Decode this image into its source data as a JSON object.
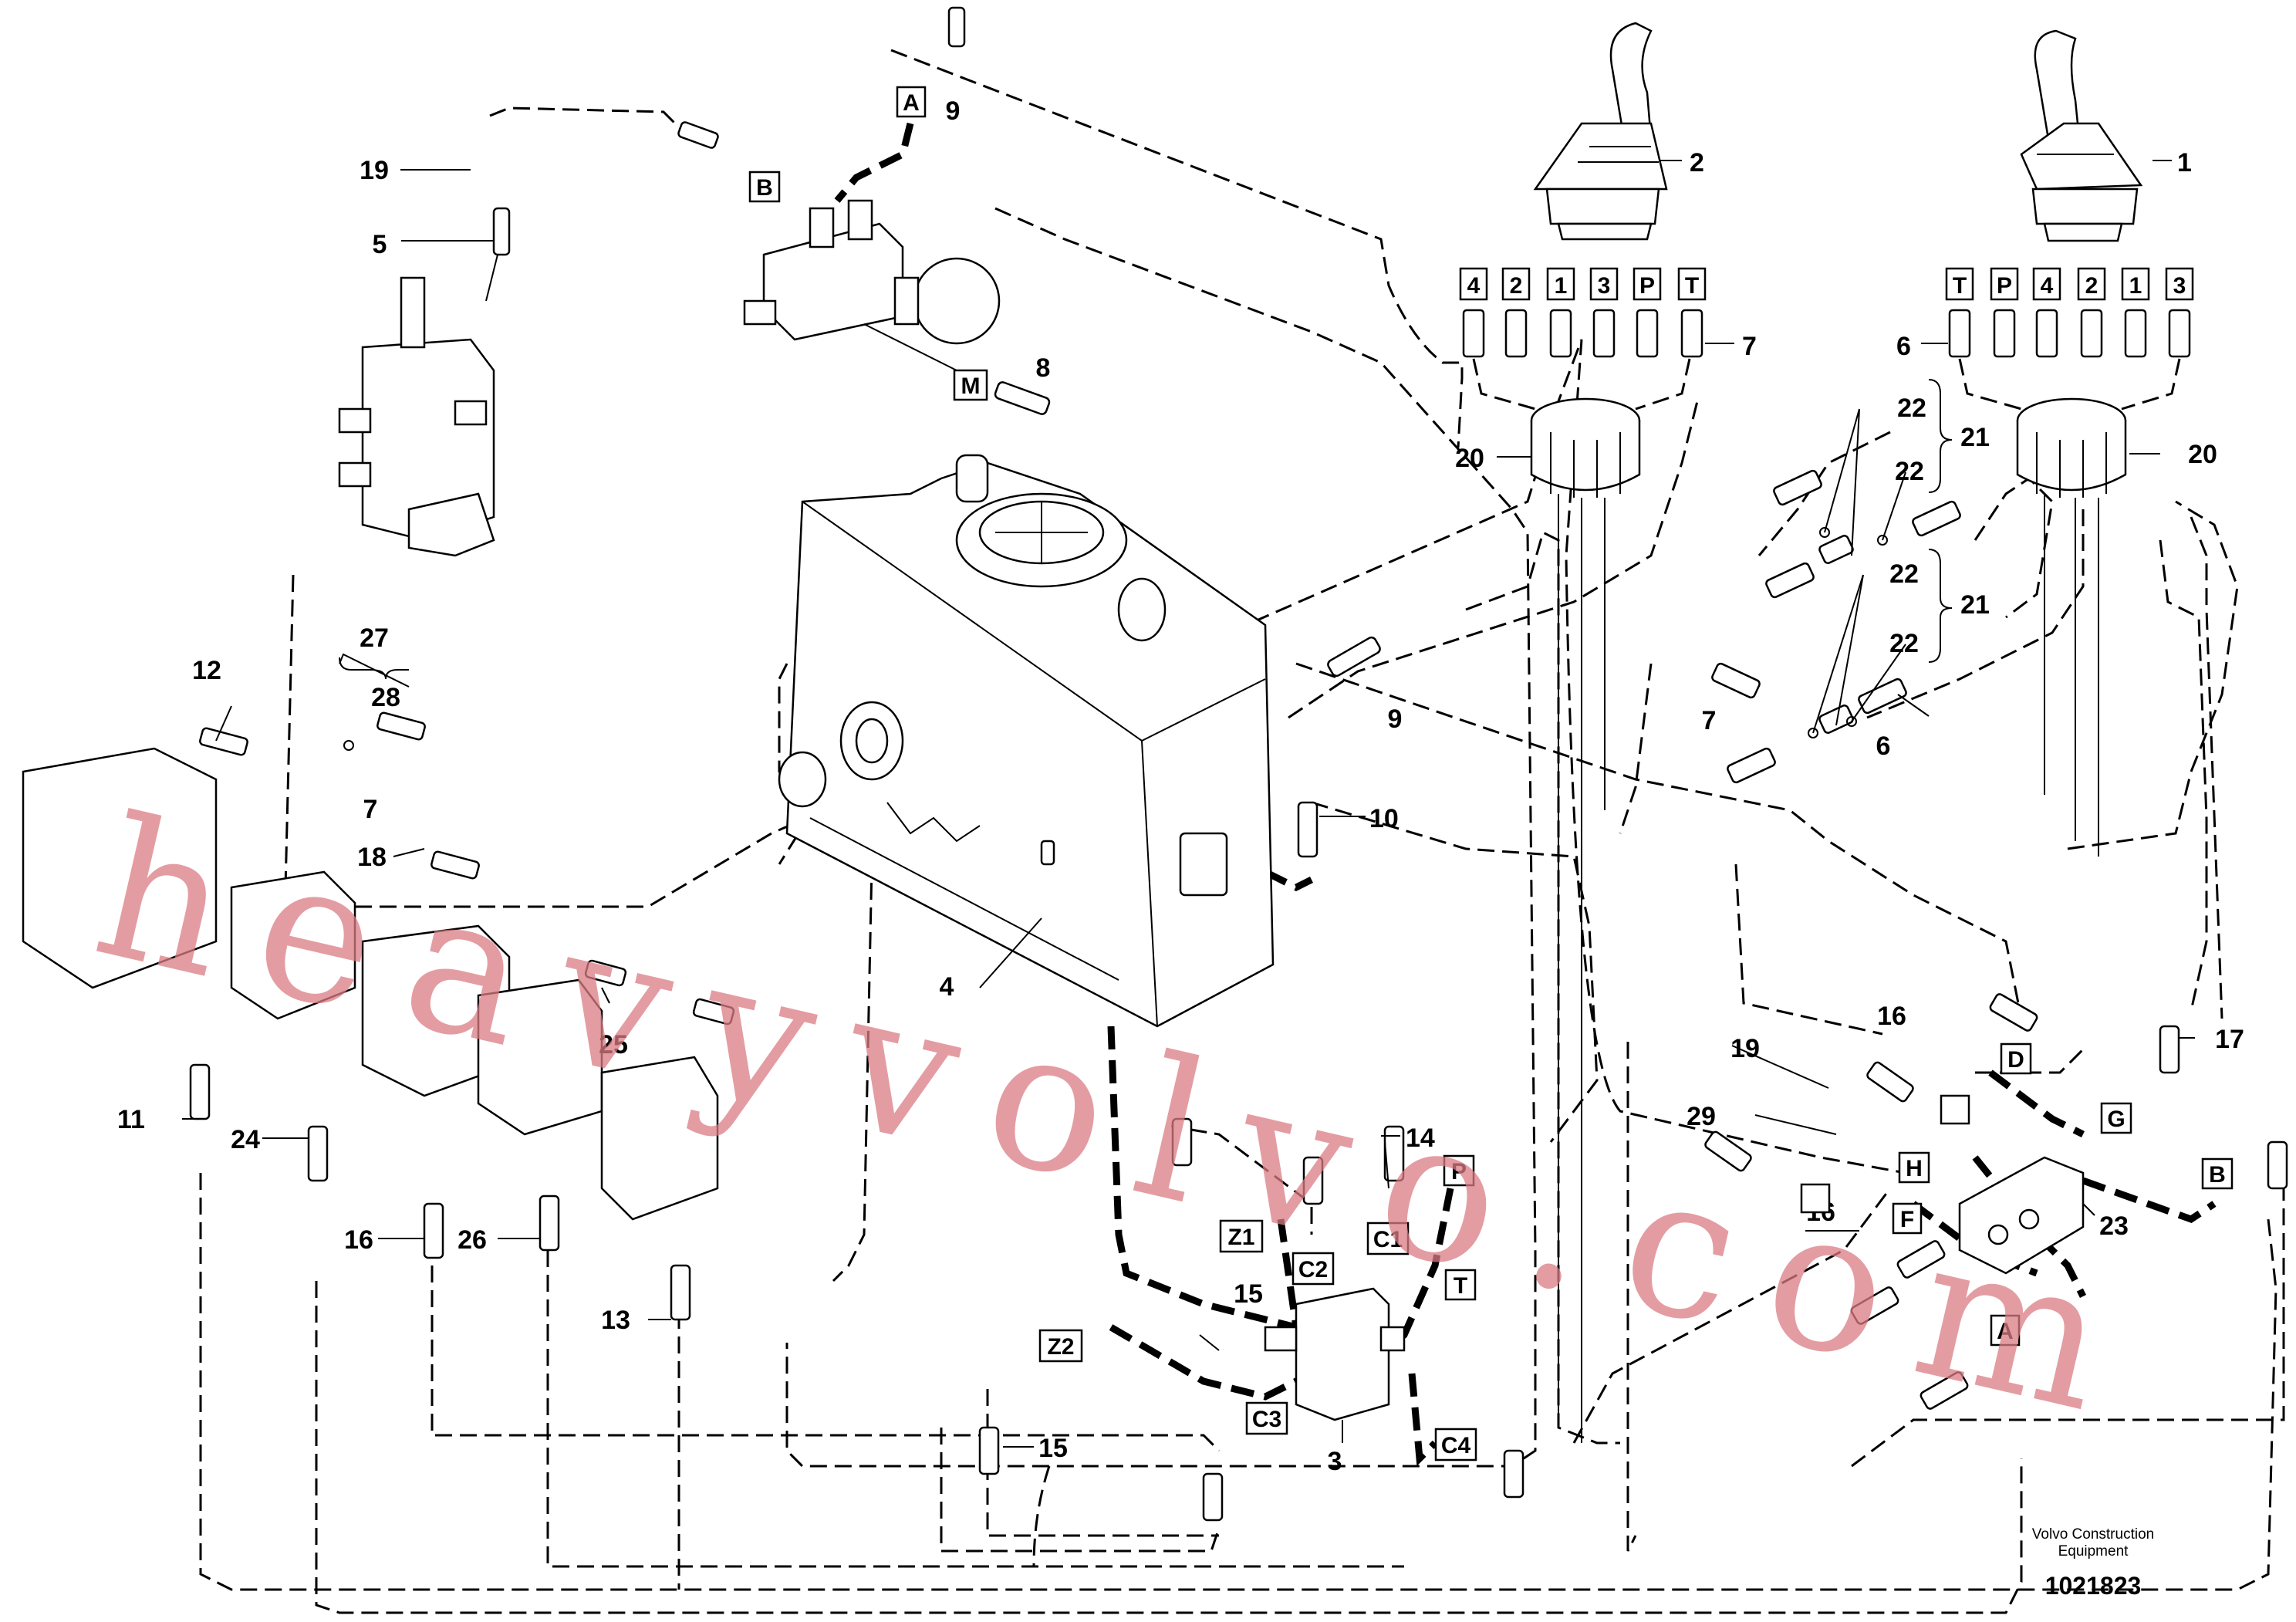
{
  "callouts": [
    "1",
    "2",
    "3",
    "4",
    "5",
    "6",
    "6",
    "7",
    "7",
    "7",
    "8",
    "9",
    "9",
    "10",
    "11",
    "12",
    "13",
    "14",
    "15",
    "15",
    "16",
    "16",
    "16",
    "17",
    "18",
    "19",
    "19",
    "20",
    "20",
    "21",
    "21",
    "22",
    "22",
    "22",
    "22",
    "23",
    "24",
    "25",
    "26",
    "27",
    "28",
    "29"
  ],
  "tags": {
    "control_left": [
      "4",
      "2",
      "1",
      "3",
      "P",
      "T"
    ],
    "control_right": [
      "T",
      "P",
      "4",
      "2",
      "1",
      "3"
    ],
    "ports": [
      "A",
      "B",
      "M",
      "A",
      "B",
      "D",
      "G",
      "H",
      "F",
      "P",
      "T",
      "C1",
      "C2",
      "C3",
      "C4",
      "Z1",
      "Z2"
    ],
    "extra_blank_tags": [
      "",
      ""
    ]
  },
  "footer": {
    "credit_line1": "Volvo Construction",
    "credit_line2": "Equipment",
    "doc_number": "1021823"
  },
  "watermark": "heavyvolvo.com"
}
